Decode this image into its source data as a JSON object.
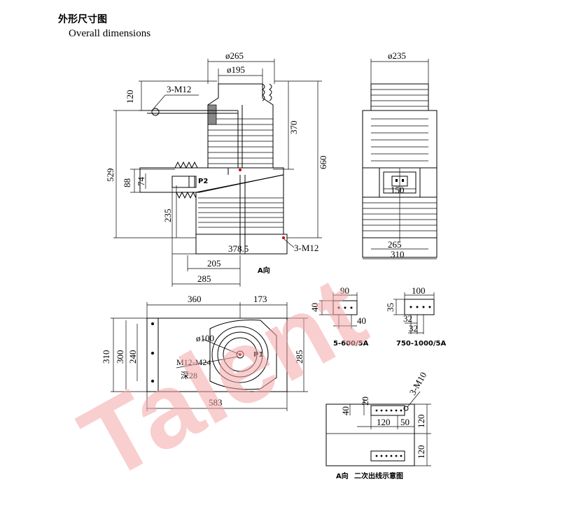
{
  "header": {
    "title_cn": "外形尺寸图",
    "title_en": "Overall dimensions"
  },
  "watermark": {
    "text": "Talent",
    "color": "#f4a6a6"
  },
  "front_view": {
    "d265": "ø265",
    "d195": "ø195",
    "d120": "120",
    "thread_top": "3-M12",
    "d370": "370",
    "d660": "660",
    "d529": "529",
    "d88": "88",
    "d74": "74",
    "p2": "P2",
    "d235": "235",
    "d378_5": "378.5",
    "thread_bottom": "3-M12",
    "d205": "205",
    "d285": "285",
    "arrow_a": "A向"
  },
  "side_view": {
    "d235": "ø235",
    "d150": "150",
    "d265": "265",
    "d310": "310"
  },
  "plan_view": {
    "d360": "360",
    "d173": "173",
    "d310": "310",
    "d300": "300",
    "d240": "240",
    "d100": "ø100",
    "p1": "P1",
    "thread": "M12-M24",
    "depth": "深28",
    "d285": "285",
    "d583": "583"
  },
  "terminal_small": {
    "d90": "90",
    "d40a": "40",
    "d40b": "40",
    "caption": "5-600/5A"
  },
  "terminal_large": {
    "d100": "100",
    "d35": "35",
    "d32a": "32",
    "d32b": "32",
    "caption": "750-1000/5A"
  },
  "a_view": {
    "thread": "3-M10",
    "d40": "40",
    "d20": "20",
    "d120a": "120",
    "d50": "50",
    "d120b": "120",
    "d120c": "120",
    "caption_a": "A向",
    "caption_cn": "二次出线示意图"
  }
}
